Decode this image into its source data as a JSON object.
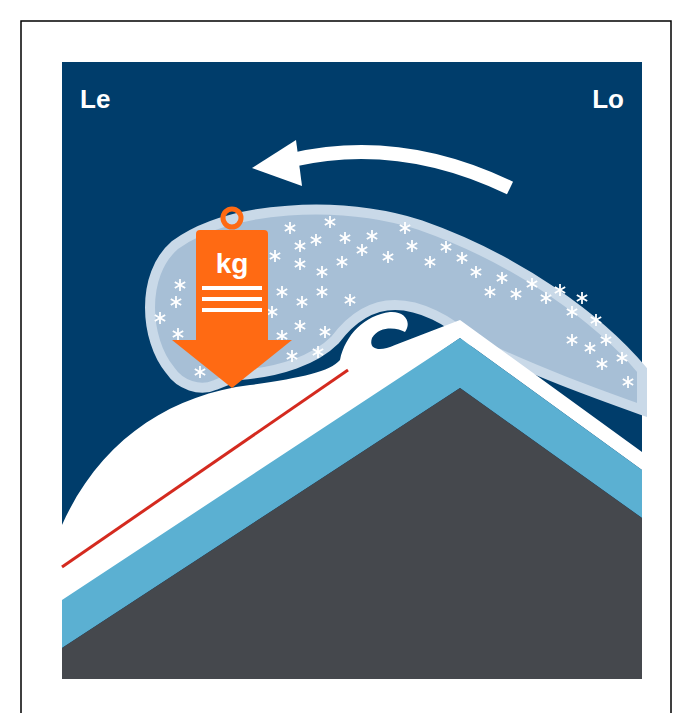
{
  "diagram": {
    "labels": [
      "Le",
      "Lo",
      "kg"
    ]
  }
}
